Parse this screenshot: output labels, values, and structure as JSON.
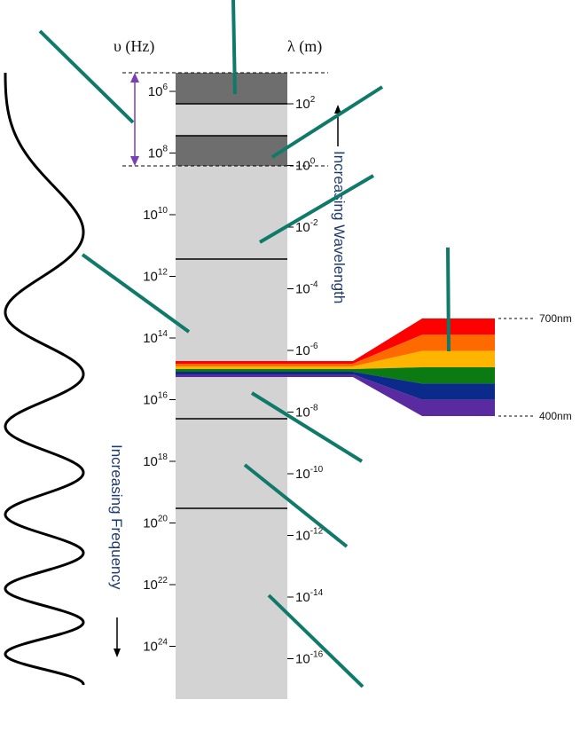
{
  "axis": {
    "frequency_header": "υ (Hz)",
    "wavelength_header": "λ (m)",
    "frequency_ticks": [
      {
        "base": "10",
        "exp": "6"
      },
      {
        "base": "10",
        "exp": "8"
      },
      {
        "base": "10",
        "exp": "10"
      },
      {
        "base": "10",
        "exp": "12"
      },
      {
        "base": "10",
        "exp": "14"
      },
      {
        "base": "10",
        "exp": "16"
      },
      {
        "base": "10",
        "exp": "18"
      },
      {
        "base": "10",
        "exp": "20"
      },
      {
        "base": "10",
        "exp": "22"
      },
      {
        "base": "10",
        "exp": "24"
      }
    ],
    "wavelength_ticks": [
      {
        "base": "10",
        "exp": "2"
      },
      {
        "base": "10",
        "exp": "0"
      },
      {
        "base": "10",
        "exp": "-2"
      },
      {
        "base": "10",
        "exp": "-4"
      },
      {
        "base": "10",
        "exp": "-6"
      },
      {
        "base": "10",
        "exp": "-8"
      },
      {
        "base": "10",
        "exp": "-10"
      },
      {
        "base": "10",
        "exp": "-12"
      },
      {
        "base": "10",
        "exp": "-14"
      },
      {
        "base": "10",
        "exp": "-16"
      }
    ]
  },
  "labels": {
    "increasing_wavelength": "Increasing Wavelength",
    "increasing_frequency": "Increasing Frequency",
    "red_edge": "700nm",
    "violet_edge": "400nm"
  },
  "colors": {
    "band": "#d3d3d3",
    "radio_band": "#6e6e6e",
    "pointer": "#0f7a6a",
    "arrow_purple": "#7a3fb0",
    "text_navy": "#1f3a6e"
  },
  "spectrum_colors": [
    "#ff0000",
    "#ff6a00",
    "#ffb400",
    "#0b7a12",
    "#0b2a8a",
    "#5a2aa0"
  ]
}
